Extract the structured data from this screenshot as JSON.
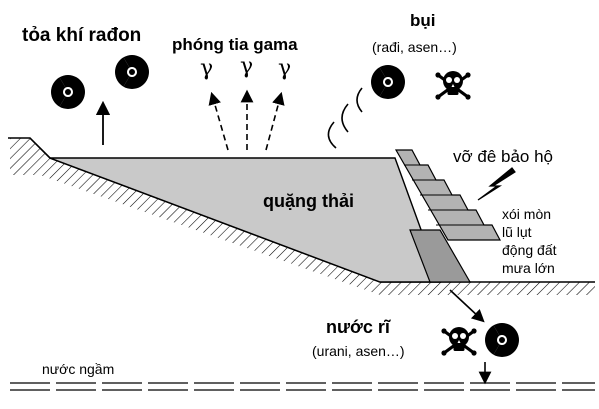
{
  "labels": {
    "radon": "tỏa khí rađon",
    "gamma": "phóng tia gama",
    "gamma_symbol": "γ",
    "dust": "bụi",
    "dust_sub": "(rađi, asen…)",
    "dike_break": "vỡ đê bảo hộ",
    "tailings": "quặng thải",
    "causes": [
      "xói mòn",
      "lũ lụt",
      "động đất",
      "mưa lớn"
    ],
    "leachate": "nước rĩ",
    "leachate_sub": "(urani, asen…)",
    "groundwater": "nước ngầm"
  },
  "colors": {
    "tailings_fill": "#c9c9c9",
    "dike_fill": "#b3b3b3",
    "ink": "#000000"
  },
  "icons": {
    "radiation": "radiation-trefoil-icon",
    "skull": "skull-crossbones-icon",
    "lightning": "lightning-bolt-icon"
  }
}
